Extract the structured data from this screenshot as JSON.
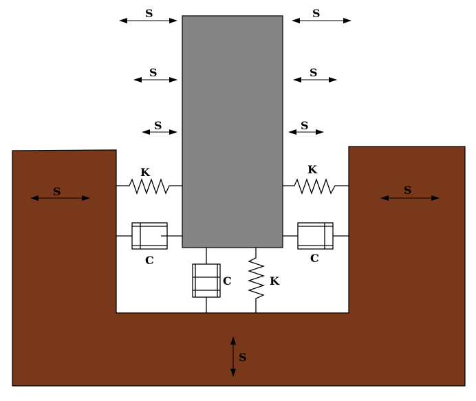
{
  "colors": {
    "soil": "#7a381b",
    "structure": "#848484",
    "line": "#000000",
    "damper_fill": "#ffffff"
  },
  "labels": {
    "seismic": "S",
    "spring": "K",
    "damper": "C"
  }
}
